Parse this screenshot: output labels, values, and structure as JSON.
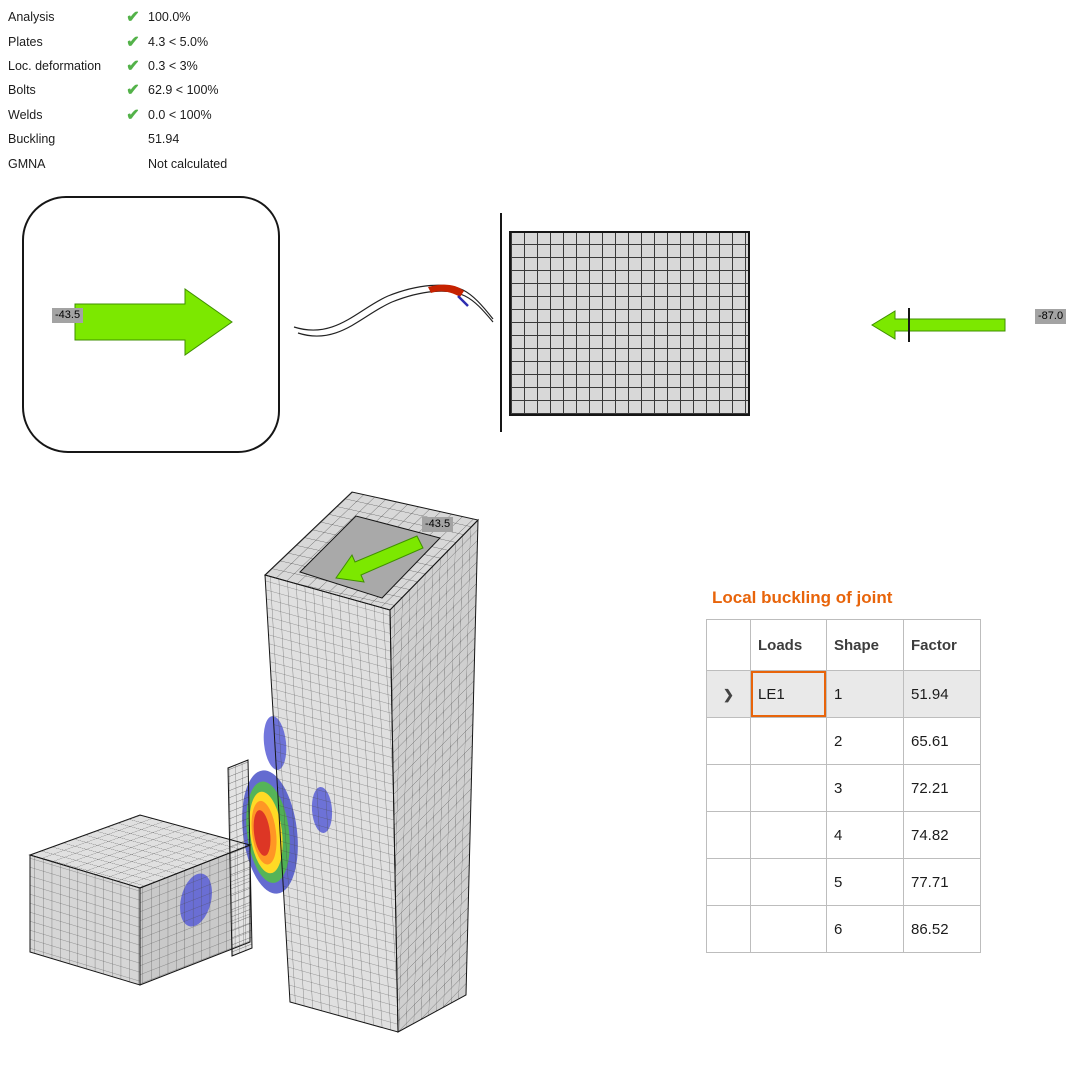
{
  "summary_checks": {
    "check_glyph": "✔",
    "items": [
      {
        "label": "Analysis",
        "passed": true,
        "value": "100.0%"
      },
      {
        "label": "Plates",
        "passed": true,
        "value": "4.3 < 5.0%"
      },
      {
        "label": "Loc. deformation",
        "passed": true,
        "value": "0.3 < 3%"
      },
      {
        "label": "Bolts",
        "passed": true,
        "value": "62.9 < 100%"
      },
      {
        "label": "Welds",
        "passed": true,
        "value": "0.0 < 100%"
      },
      {
        "label": "Buckling",
        "passed": null,
        "value": "51.94"
      },
      {
        "label": "GMNA",
        "passed": null,
        "value": "Not calculated"
      }
    ]
  },
  "diagram_2d": {
    "left_load_label": "-43.5",
    "right_load_label": "-87.0"
  },
  "model_3d": {
    "load_label": "-43.5"
  },
  "buckling_table": {
    "title": "Local buckling of joint",
    "selector_glyph": "❯",
    "columns": [
      "Loads",
      "Shape",
      "Factor"
    ],
    "rows": [
      {
        "loads": "LE1",
        "shape": "1",
        "factor": "51.94",
        "selected": true
      },
      {
        "loads": "",
        "shape": "2",
        "factor": "65.61",
        "selected": false
      },
      {
        "loads": "",
        "shape": "3",
        "factor": "72.21",
        "selected": false
      },
      {
        "loads": "",
        "shape": "4",
        "factor": "74.82",
        "selected": false
      },
      {
        "loads": "",
        "shape": "5",
        "factor": "77.71",
        "selected": false
      },
      {
        "loads": "",
        "shape": "6",
        "factor": "86.52",
        "selected": false
      }
    ]
  },
  "colors": {
    "check_green": "#53B249",
    "arrow_green": "#7CE800",
    "title_orange": "#E8640A",
    "selection_orange": "#E8640A",
    "contour_palette": [
      "#D81400",
      "#FF8400",
      "#FFD400",
      "#38A83C",
      "#4A52C8"
    ]
  }
}
